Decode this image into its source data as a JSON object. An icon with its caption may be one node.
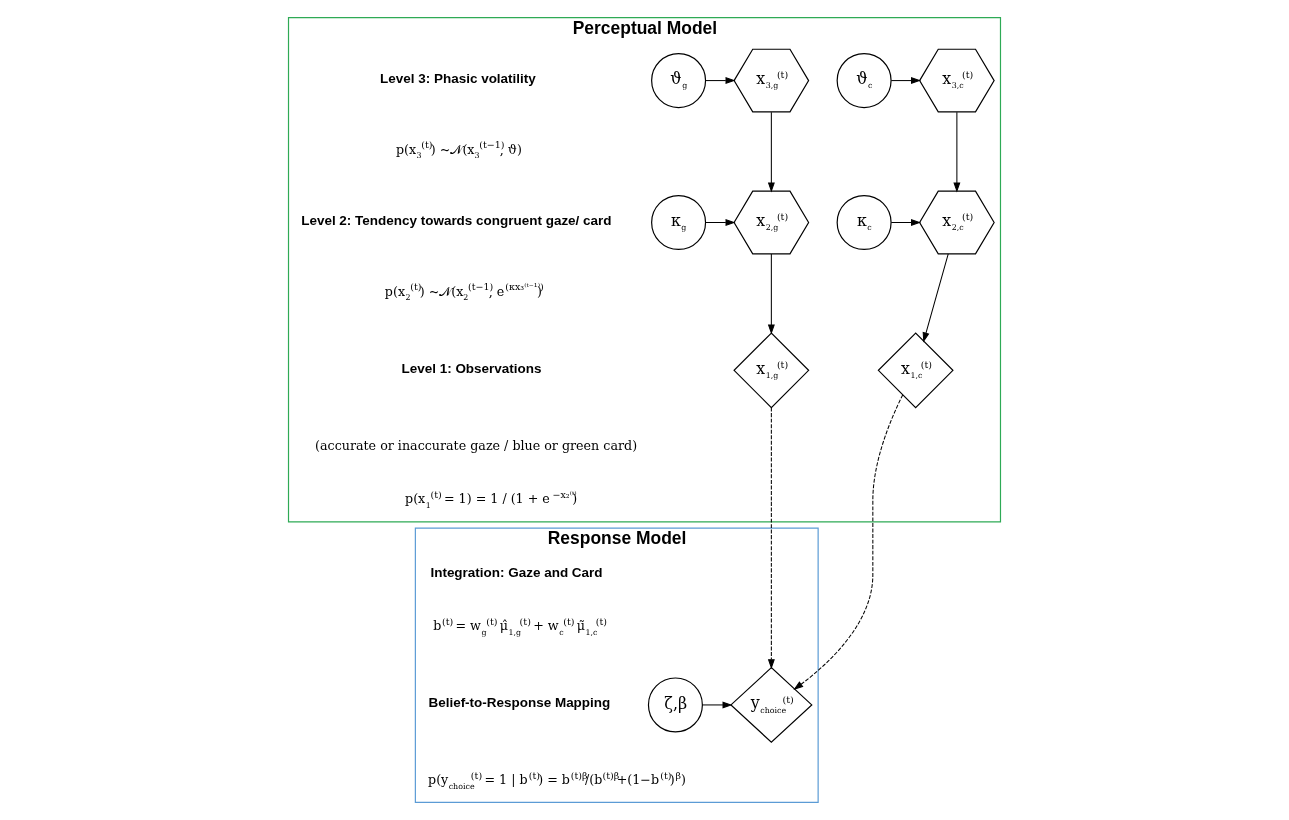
{
  "diagram": {
    "nodes": [
      {
        "text": [
          "Perceptual Model"
        ]
      },
      {
        "text": [
          "ϑ$_{g}$"
        ],
        "in": 0
      },
      {
        "text": [
          "x$_{3,g}$$^{(t)}$"
        ],
        "in": 0
      },
      {
        "text": [
          "x$_{3,c}$$^{(t)}$"
        ],
        "in": 0
      },
      {
        "text": [
          "ϑ$_{c}$"
        ],
        "in": 0
      },
      {
        "text": [
          "κ$_{g}$"
        ],
        "in": 0
      },
      {
        "text": [
          "x$_{2,g}$$^{(t)}$"
        ],
        "in": 0
      },
      {
        "text": [
          "x$_{2,c}$$^{(t)}$"
        ],
        "in": 0
      },
      {
        "text": [
          "κ$_{c}$"
        ],
        "in": 0
      },
      {
        "text": [
          "x$_{1,g}$$^{(t)}$"
        ],
        "in": 0
      },
      {
        "text": [
          "x$_{1,c}$$^{(t)}$"
        ],
        "in": 0
      },
      {
        "text": [
          "Response Model"
        ]
      },
      {
        "text": [
          "y$_{choice}$$^{(t)}$"
        ],
        "in": 11
      },
      {
        "text": [
          "ζ,β"
        ],
        "in": 11
      }
    ],
    "edges": [
      {
        "from": 1,
        "to": 2,
        "arrow": "to"
      },
      {
        "from": 4,
        "to": 3,
        "arrow": "to"
      },
      {
        "from": 2,
        "to": 6,
        "arrow": "to"
      },
      {
        "from": 3,
        "to": 7,
        "arrow": "to"
      },
      {
        "from": 5,
        "to": 6,
        "arrow": "to"
      },
      {
        "from": 8,
        "to": 7,
        "arrow": "to"
      },
      {
        "from": 6,
        "to": 9,
        "arrow": "to"
      },
      {
        "from": 7,
        "to": 10,
        "arrow": "to"
      },
      {
        "from": 9,
        "to": 12,
        "arrow": "to",
        "style": "dashed"
      },
      {
        "from": 10,
        "to": 12,
        "arrow": "to",
        "style": "dashed"
      },
      {
        "from": 13,
        "to": 12,
        "arrow": "to"
      }
    ],
    "labels": [
      "Level 3: Phasic volatility",
      "p(x$_{3}$$^{(t)}$) ~𝒩(x$_{3}$$^{(t−1)}$, ϑ)",
      "Level 2: Tendency towards congruent gaze/ card",
      "p(x$_{2}$$^{(t)}$) ~𝒩(x$_{2}$$^{(t−1)}$, e$^{(κx₃⁽ᵗ⁻¹⁾)}$)",
      "Level 1: Observations",
      "(accurate or inaccurate gaze / blue or green card)",
      "p(x$_{1}$$^{(t)}$ = 1) = 1 / (1 + e$^{−x₂⁽ᵗ⁾}$)",
      "Integration: Gaze and Card",
      "b$^{(t)}$ = w$_{g}$$^{(t)}$ μ̂$_{1,g}$$^{(t)}$ + w$_{c}$$^{(t)}$ μ̃$_{1,c}$$^{(t)}$",
      "Belief-to-Response Mapping",
      "p(y$_{choice}$$^{(t)}$ = 1 | b$^{(t)}$) = b$^{(t)β}$/(b$^{(t)β}$+(1−b$^{(t)}$)$^{β}$)"
    ]
  }
}
